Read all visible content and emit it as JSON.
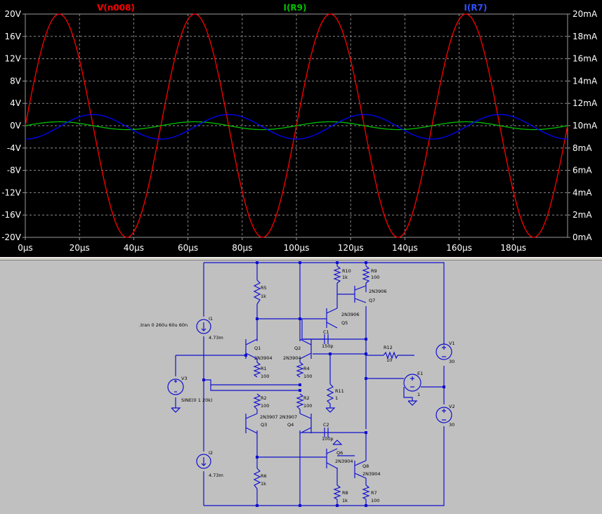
{
  "plot": {
    "traces": [
      {
        "name": "V(n008)",
        "color": "#ff0000"
      },
      {
        "name": "I(R9)",
        "color": "#00c000"
      },
      {
        "name": "I(R7)",
        "color": "#0000ff"
      }
    ],
    "left_ticks": [
      "20V",
      "16V",
      "12V",
      "8V",
      "4V",
      "0V",
      "-4V",
      "-8V",
      "-12V",
      "-16V",
      "-20V"
    ],
    "right_ticks": [
      "20mA",
      "18mA",
      "16mA",
      "14mA",
      "12mA",
      "10mA",
      "8mA",
      "6mA",
      "4mA",
      "2mA",
      "0mA"
    ],
    "x_ticks": [
      "0µs",
      "20µs",
      "40µs",
      "60µs",
      "80µs",
      "100µs",
      "120µs",
      "140µs",
      "160µs",
      "180µs"
    ]
  },
  "chart_data": {
    "type": "line",
    "title": "",
    "xlabel": "",
    "ylabel": "",
    "x_unit": "µs",
    "xlim": [
      0,
      200
    ],
    "ylim_left": [
      -20,
      20
    ],
    "ylim_right_mA": [
      0,
      20
    ],
    "grid": true,
    "legend": "top",
    "series": [
      {
        "name": "V(n008)",
        "axis": "left",
        "unit": "V",
        "shape": "sine",
        "amplitude": 20,
        "offset": 0,
        "period_us": 50,
        "first_peak_us": 12.5,
        "color": "#ff0000"
      },
      {
        "name": "I(R9)",
        "axis": "right",
        "unit": "mA",
        "shape": "sine",
        "amplitude": 0.35,
        "offset": 10,
        "period_us": 50,
        "first_peak_us": 12.5,
        "color": "#00c000"
      },
      {
        "name": "I(R7)",
        "axis": "right",
        "unit": "mA",
        "shape": "sine",
        "amplitude": 1.1,
        "offset": 9.9,
        "period_us": 50,
        "first_peak_us": 25,
        "color": "#0000ff"
      }
    ]
  },
  "schematic": {
    "directive": ".tran 0 260u 60u 60n",
    "labels": {
      "R5": "R5",
      "R5v": "1k",
      "R10": "R10",
      "R10v": "1k",
      "R9": "R9",
      "R9v": "100",
      "Q7t": "2N3906",
      "Q7": "Q7",
      "Q5t": "2N3906",
      "Q5": "Q5",
      "C1": "C1",
      "C1v": "150p",
      "I1": "I1",
      "I1v": "4.73m",
      "Q1": "Q1",
      "Q1t": "2N3904",
      "Q2": "Q2",
      "Q2t": "2N3904",
      "R1": "R1",
      "R1v": "100",
      "R4": "R4",
      "R4v": "100",
      "R12": "R12",
      "R12v": "10",
      "E1": "E1",
      "E1v": "1",
      "V1": "V1",
      "V1v": "30",
      "V3": "V3",
      "V3v": "SINE(0 1 20k)",
      "R11": "R11",
      "R11v": "1",
      "R2": "R2",
      "R2v": "100",
      "R3": "R2",
      "R3v": "100",
      "Q3Q4t": "2N3907 2N3907",
      "Q3": "Q3",
      "Q4": "Q4",
      "V2": "V2",
      "V2v": "30",
      "C2": "C2",
      "C2v": "100p",
      "Q6": "Q6",
      "Q6t": "2N3904",
      "Q8": "Q8",
      "Q8t": "2N3904",
      "I2": "I2",
      "I2v": "4.73m",
      "R6": "R6",
      "R6v": "1k",
      "R8": "R8",
      "R8v": "1k",
      "R7": "R7",
      "R7v": "100"
    }
  }
}
